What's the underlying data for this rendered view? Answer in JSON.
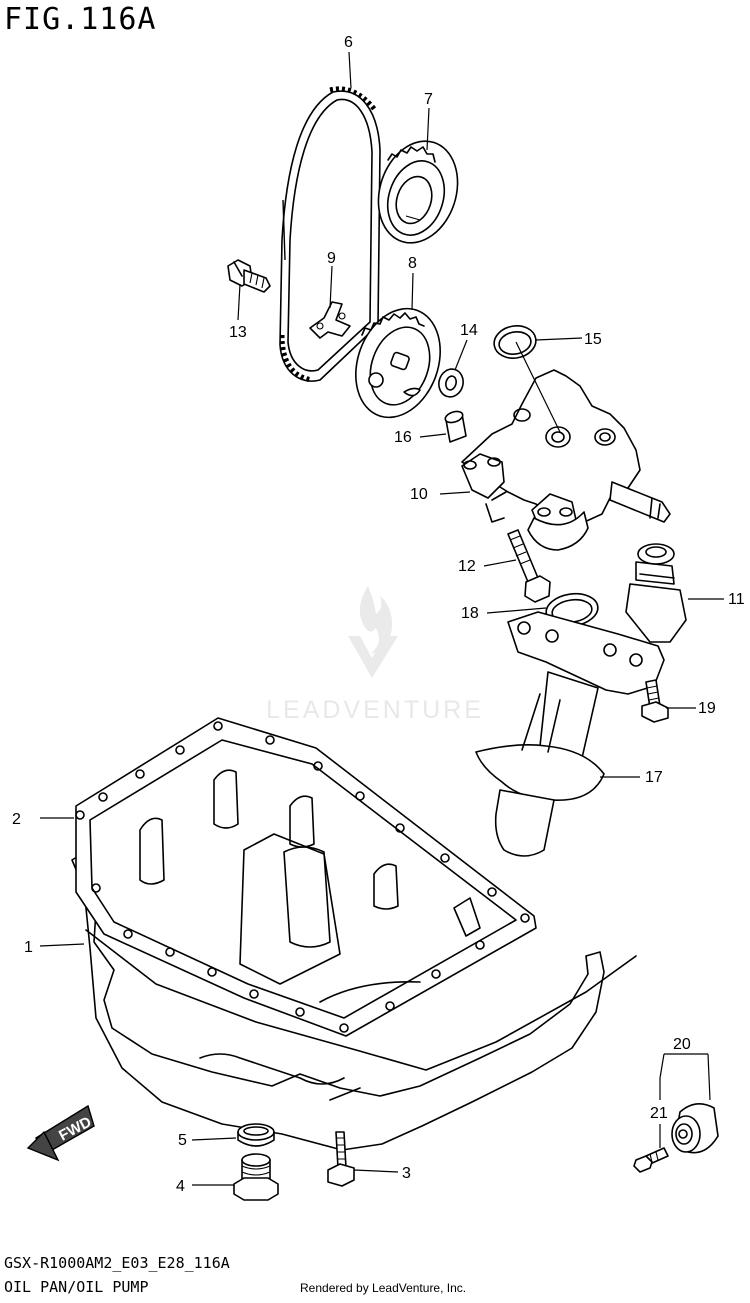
{
  "figure": {
    "title": "FIG.116A",
    "code": "GSX-R1000AM2_E03_E28_116A",
    "description": "OIL PAN/OIL PUMP",
    "credit": "Rendered by LeadVenture, Inc."
  },
  "watermark": {
    "text": "LEADVENTURE",
    "color": "#e2e2e2"
  },
  "fwd_badge": {
    "text": "FWD"
  },
  "callouts": {
    "c1": "1",
    "c2": "2",
    "c3": "3",
    "c4": "4",
    "c5": "5",
    "c6": "6",
    "c7": "7",
    "c8": "8",
    "c9": "9",
    "c10": "10",
    "c11": "11",
    "c12": "12",
    "c13": "13",
    "c14": "14",
    "c15": "15",
    "c16": "16",
    "c17": "17",
    "c18": "18",
    "c19": "19",
    "c20": "20",
    "c21": "21"
  }
}
